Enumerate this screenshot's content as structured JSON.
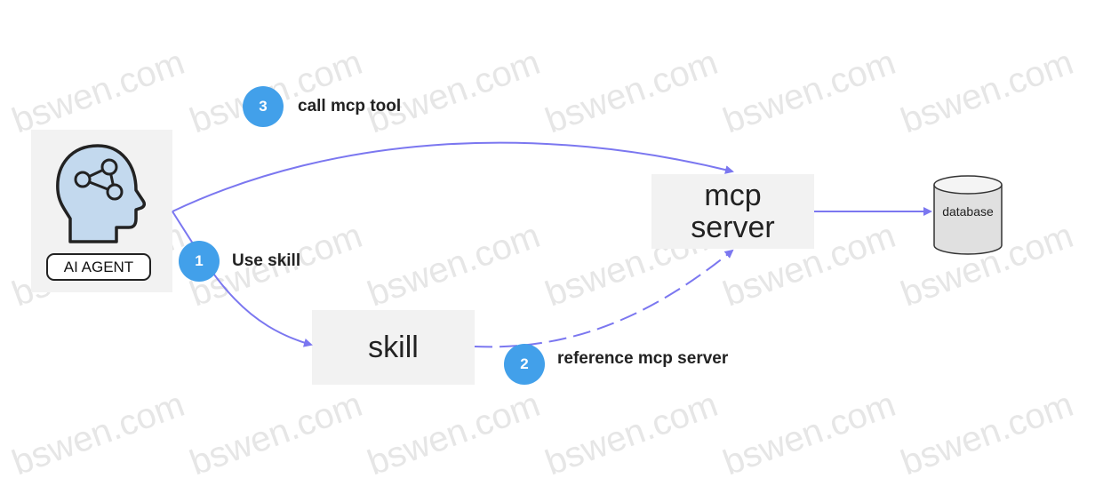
{
  "watermark": "bswen.com",
  "agent": {
    "label": "AI AGENT",
    "icon": "ai-head-icon"
  },
  "nodes": {
    "mcp_server": {
      "line1": "mcp",
      "line2": "server"
    },
    "skill": {
      "label": "skill"
    },
    "database": {
      "label": "database"
    }
  },
  "steps": [
    {
      "number": "1",
      "label": "Use skill"
    },
    {
      "number": "2",
      "label": "reference mcp server"
    },
    {
      "number": "3",
      "label": "call mcp tool"
    }
  ],
  "colors": {
    "arrow": "#7b77f0",
    "badge": "#42a0ea",
    "box": "#f2f2f2"
  }
}
